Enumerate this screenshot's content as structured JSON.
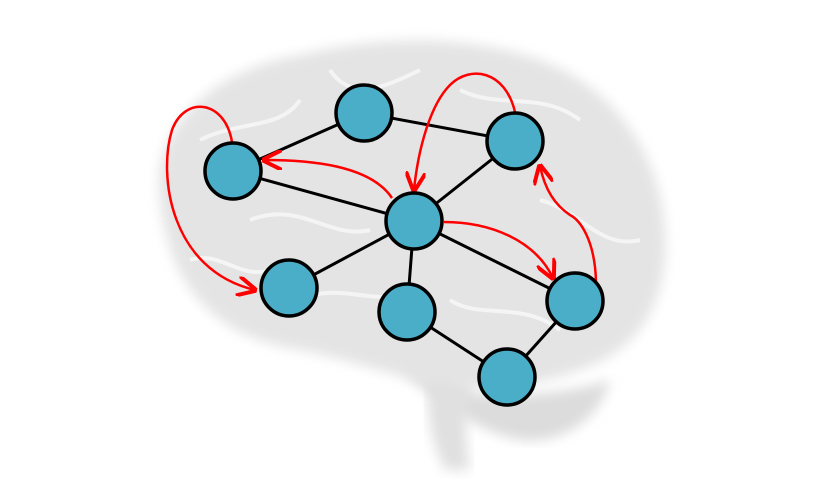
{
  "diagram": {
    "background": "brain",
    "colors": {
      "node_fill": "#4aaec8",
      "node_stroke": "#000000",
      "edge": "#000000",
      "arrow": "#ff0000",
      "brain": "#e6e6e6"
    },
    "nodes": [
      "n1",
      "n2",
      "n3",
      "n4",
      "n5",
      "n6",
      "n7",
      "n8"
    ],
    "edges": [
      [
        "n1",
        "n2"
      ],
      [
        "n1",
        "n3"
      ],
      [
        "n2",
        "n4"
      ],
      [
        "n3",
        "n4"
      ],
      [
        "n4",
        "n5"
      ],
      [
        "n4",
        "n6"
      ],
      [
        "n4",
        "n7"
      ],
      [
        "n6",
        "n8"
      ],
      [
        "n7",
        "n8"
      ]
    ],
    "arrows": [
      [
        "n2",
        "n5"
      ],
      [
        "n3",
        "n4"
      ],
      [
        "n4",
        "n2"
      ],
      [
        "n4",
        "n7"
      ],
      [
        "n7",
        "n3"
      ]
    ]
  }
}
